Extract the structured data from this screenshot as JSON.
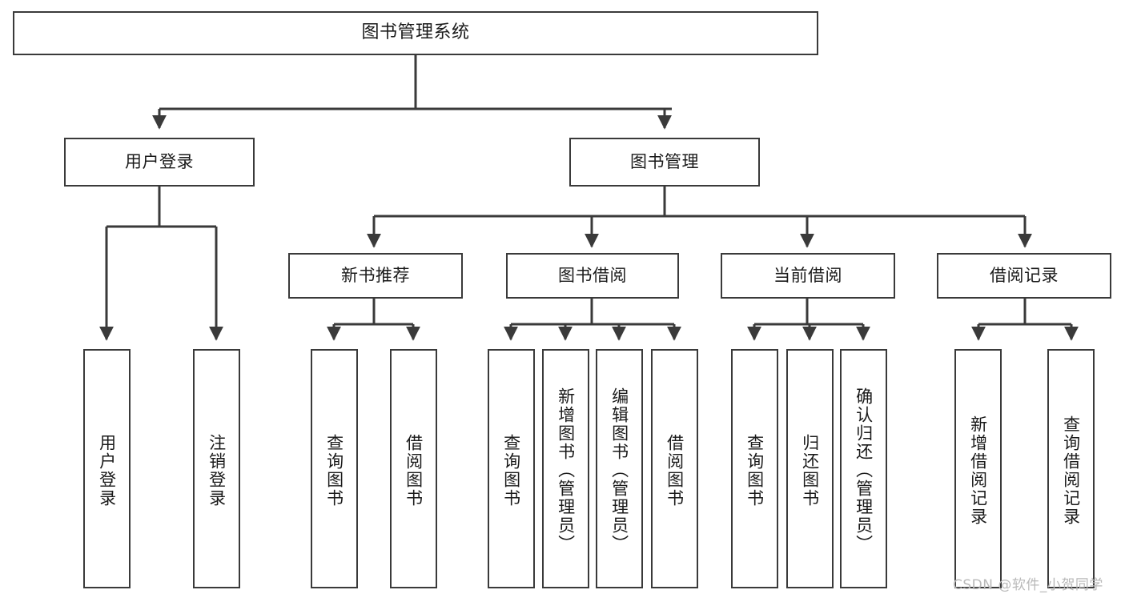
{
  "diagram": {
    "title": "图书管理系统",
    "watermark": "CSDN @软件_小贺同学",
    "colors": {
      "stroke": "#3a3a3a",
      "fill": "#ffffff",
      "text": "#1a1a1a",
      "watermark": "#b9b9b9",
      "background": "#ffffff"
    },
    "root": {
      "label": "图书管理系统"
    },
    "level1": [
      {
        "label": "用户登录"
      },
      {
        "label": "图书管理"
      }
    ],
    "level2": [
      {
        "label": "新书推荐"
      },
      {
        "label": "图书借阅"
      },
      {
        "label": "当前借阅"
      },
      {
        "label": "借阅记录"
      }
    ],
    "leaves": {
      "user_login": [
        {
          "label": "用户登录"
        },
        {
          "label": "注销登录"
        }
      ],
      "new_book_recommend": [
        {
          "label": "查询图书"
        },
        {
          "label": "借阅图书"
        }
      ],
      "book_borrow": [
        {
          "label": "查询图书"
        },
        {
          "label": "新增图书（管理员）"
        },
        {
          "label": "编辑图书（管理员）"
        },
        {
          "label": "借阅图书"
        }
      ],
      "current_borrow": [
        {
          "label": "查询图书"
        },
        {
          "label": "归还图书"
        },
        {
          "label": "确认归还（管理员）"
        }
      ],
      "borrow_record": [
        {
          "label": "新增借阅记录"
        },
        {
          "label": "查询借阅记录"
        }
      ]
    }
  }
}
